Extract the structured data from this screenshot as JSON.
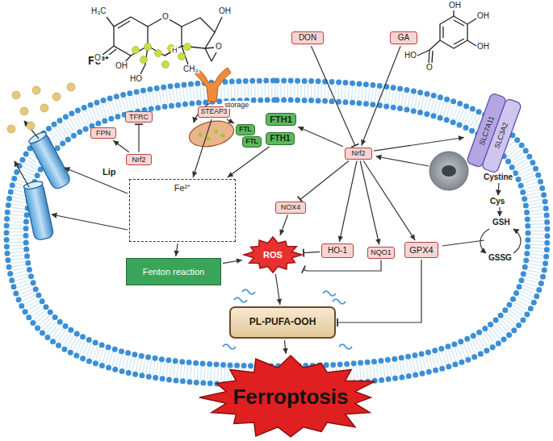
{
  "diagram": {
    "nodes": [
      {
        "text": [
          "DON"
        ]
      },
      {
        "text": [
          "GA"
        ]
      },
      {
        "text": [
          "FPN"
        ]
      },
      {
        "text": [
          "TFRC"
        ]
      },
      {
        "text": [
          "Nrf2"
        ]
      },
      {
        "text": [
          "STEAP3"
        ]
      },
      {
        "text": [
          "FTH1"
        ]
      },
      {
        "text": [
          "FTL"
        ]
      },
      {
        "text": [
          "FTL"
        ]
      },
      {
        "text": [
          "FTH1"
        ]
      },
      {
        "text": [
          "Lip",
          "Fe²⁺"
        ]
      },
      {
        "text": [
          "Fenton reaction"
        ]
      },
      {
        "text": [
          "Nrf2"
        ]
      },
      {
        "text": [
          "NOX4"
        ]
      },
      {
        "text": [
          "HO-1"
        ]
      },
      {
        "text": [
          "NQO1"
        ]
      },
      {
        "text": [
          "GPX4"
        ]
      },
      {
        "text": [
          "ROS"
        ]
      },
      {
        "text": [
          "PL-PUFA-OOH"
        ]
      },
      {
        "text": [
          "Ferroptosis"
        ]
      },
      {
        "text": [
          "SLC7A11",
          "SLC3A2"
        ]
      }
    ],
    "edges": [
      {
        "from": 0,
        "to": 12,
        "arrow": "to"
      },
      {
        "from": 1,
        "to": 12,
        "arrow": "to"
      },
      {
        "from": 4,
        "to": 2,
        "arrow": "to"
      },
      {
        "from": 4,
        "to": 3,
        "arrow": "to"
      },
      {
        "from": 5,
        "to": 7,
        "label": "storage",
        "arrow": "to"
      },
      {
        "from": 5,
        "to": 10,
        "arrow": "to"
      },
      {
        "from": 9,
        "to": 10,
        "arrow": "to"
      },
      {
        "from": 12,
        "to": 6,
        "arrow": "to"
      },
      {
        "from": 12,
        "to": 20,
        "arrow": "to"
      },
      {
        "from": 12,
        "to": 13,
        "arrow": "to"
      },
      {
        "from": 12,
        "to": 14,
        "arrow": "to"
      },
      {
        "from": 12,
        "to": 15,
        "arrow": "to"
      },
      {
        "from": 12,
        "to": 16,
        "arrow": "to"
      },
      {
        "from": 10,
        "to": 11,
        "arrow": "to"
      },
      {
        "from": 11,
        "to": 17,
        "arrow": "to"
      },
      {
        "from": 13,
        "to": 17,
        "arrow": "to"
      },
      {
        "from": 14,
        "to": 17,
        "arrow": "to"
      },
      {
        "from": 15,
        "to": 17,
        "arrow": "to"
      },
      {
        "from": 17,
        "to": 18,
        "arrow": "to"
      },
      {
        "from": 16,
        "to": 18,
        "arrow": "to"
      },
      {
        "from": 18,
        "to": 19,
        "arrow": "to"
      }
    ],
    "labels": [
      "Fe³⁺",
      "Cystine",
      "Cys",
      "GSH",
      "GSSG",
      "H₃C",
      "O",
      "OH",
      "HO",
      "O",
      "H",
      "CH₃",
      "O",
      "OH",
      "OH",
      "OH",
      "OH",
      "O",
      "HO"
    ]
  }
}
